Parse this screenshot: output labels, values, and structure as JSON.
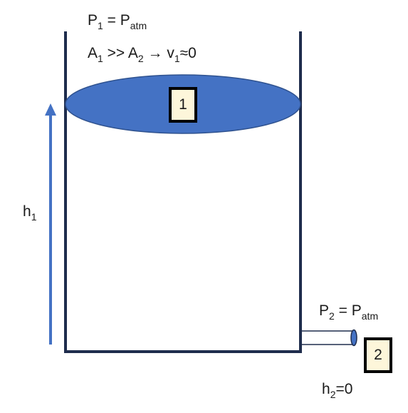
{
  "colors": {
    "tank_wall": "#1f2d4d",
    "water": "#4472c4",
    "arrow": "#4472c4",
    "label_box_fill": "#fdf6da",
    "label_box_border": "#000000",
    "text": "#1a1a1a"
  },
  "labels": {
    "p1": {
      "sym": "P",
      "sub": "1",
      "mid": " = P",
      "sub2": "atm"
    },
    "area": {
      "a1": "A",
      "a1_sub": "1",
      "op": " >> A",
      "a2_sub": "2",
      "arrow": " → v",
      "v_sub": "1",
      "tail": "≈0"
    },
    "h1": {
      "sym": "h",
      "sub": "1"
    },
    "p2": {
      "sym": "P",
      "sub": "2",
      "mid": " = P",
      "sub2": "atm"
    },
    "h2": {
      "sym": "h",
      "sub": "2",
      "tail": "=0"
    }
  },
  "point_boxes": {
    "surface": "1",
    "outlet": "2"
  }
}
